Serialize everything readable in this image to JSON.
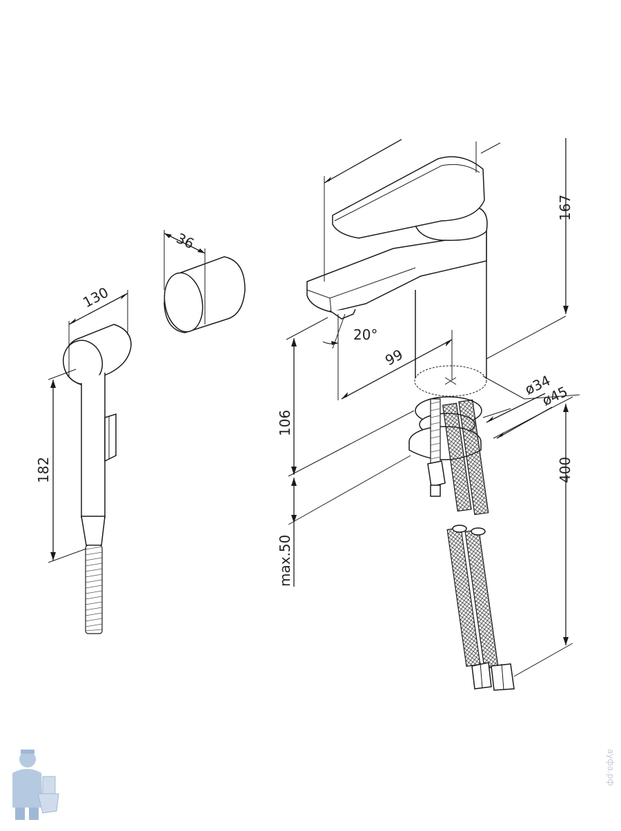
{
  "dimensions": {
    "hand_shower_length": "182",
    "hand_shower_head_width": "130",
    "holder_width": "36",
    "spout_angle": "20°",
    "spout_reach": "99",
    "spout_height": "106",
    "max_counter_thickness": "max.50",
    "total_height": "167",
    "base_diameter_small": "ø34",
    "base_diameter_large": "ø45",
    "hose_length": "400"
  },
  "watermark": "ауфа.рф",
  "colors": {
    "line": "#1a1a1a",
    "background": "#ffffff",
    "watermark": "#c5ccd6",
    "logo": "#9fb8d6"
  }
}
